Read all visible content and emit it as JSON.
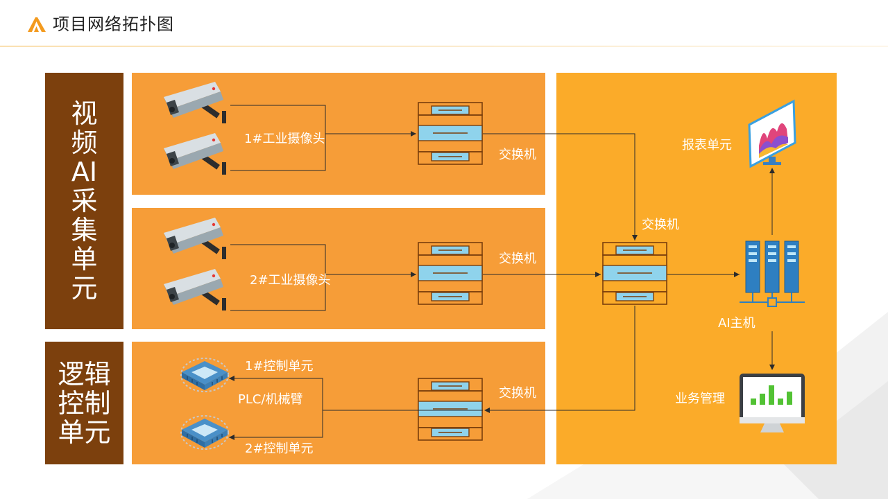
{
  "header": {
    "title": "项目网络拓扑图"
  },
  "left_labels": {
    "video": "视\n频\nAI\n采\n集\n单\n元",
    "logic": "逻辑\n控制\n单元"
  },
  "diagram": {
    "camera_group_1": "1#工业摄像头",
    "camera_group_2": "2#工业摄像头",
    "switch_1": "交换机",
    "switch_2": "交换机",
    "switch_3": "交换机",
    "switch_core": "交换机",
    "control_unit_1": "1#控制单元",
    "control_unit_2": "2#控制单元",
    "plc": "PLC/机械臂",
    "report_unit": "报表单元",
    "ai_host": "AI主机",
    "business_mgmt": "业务管理"
  },
  "colors": {
    "dark_brown": "#7c400d",
    "orange": "#f69d38",
    "amber": "#fbab29",
    "device_blue": "#8fd3ec"
  }
}
